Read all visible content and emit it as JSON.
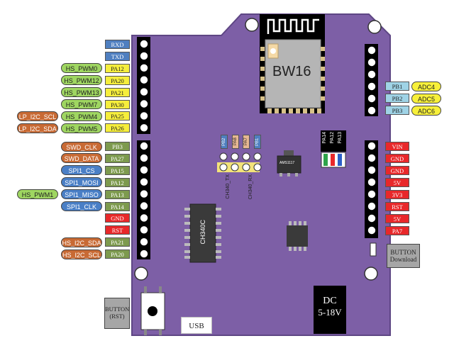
{
  "module_name": "BW16",
  "usb_label": "USB",
  "dc_label": [
    "DC",
    "5-18V"
  ],
  "button_rst": [
    "BUTTON",
    "(RST)"
  ],
  "button_download": [
    "BUTTON",
    "Download"
  ],
  "ch340_chip": "CH340C",
  "ams_label": "AMS1117",
  "ch340_tx": "CH340_TX",
  "ch340_rx": "CH340_RX",
  "top_small_pins": [
    "PB2",
    "PA8",
    "PA7",
    "PB1"
  ],
  "led_pins": [
    "PA14",
    "PA12",
    "PA13"
  ],
  "left_top_pins": [
    {
      "pin": "RXD",
      "style": "box"
    },
    {
      "pin": "TXD",
      "style": "box"
    },
    {
      "pin": "PA12",
      "style": "yellow",
      "func": "HS_PWM0",
      "fstyle": "green"
    },
    {
      "pin": "PA20",
      "style": "yellow",
      "func": "HS_PWM12",
      "fstyle": "green"
    },
    {
      "pin": "PA21",
      "style": "yellow",
      "func": "HS_PWM13",
      "fstyle": "green"
    },
    {
      "pin": "PA30",
      "style": "yellow",
      "func": "HS_PWM7",
      "fstyle": "green"
    },
    {
      "pin": "PA25",
      "style": "yellow",
      "func": "HS_PWM4",
      "fstyle": "green",
      "func2": "LP_I2C_SCL",
      "f2style": "orange"
    },
    {
      "pin": "PA26",
      "style": "yellow",
      "func": "HS_PWM5",
      "fstyle": "green",
      "func2": "LP_I2C_SDA",
      "f2style": "orange"
    }
  ],
  "left_bottom_pins": [
    {
      "pin": "PB3",
      "style": "olive",
      "func": "SWD_CLK",
      "fstyle": "orange"
    },
    {
      "pin": "PA27",
      "style": "olive",
      "func": "SWD_DATA",
      "fstyle": "orange"
    },
    {
      "pin": "PA15",
      "style": "olive",
      "func": "SPI1_CS",
      "fstyle": "blue"
    },
    {
      "pin": "PA12",
      "style": "olive",
      "func": "SPI1_MOSI",
      "fstyle": "blue"
    },
    {
      "pin": "PA13",
      "style": "olive",
      "func": "SPI1_MISO",
      "fstyle": "blue",
      "func2": "HS_PWM1",
      "f2style": "green"
    },
    {
      "pin": "PA14",
      "style": "olive",
      "func": "SPI1_CLK",
      "fstyle": "blue"
    },
    {
      "pin": "GND",
      "style": "red"
    },
    {
      "pin": "RST",
      "style": "red"
    },
    {
      "pin": "PA21",
      "style": "olive",
      "func": "HS_I2C_SDA",
      "fstyle": "orange"
    },
    {
      "pin": "PA20",
      "style": "olive",
      "func": "HS_I2C_SCL",
      "fstyle": "orange"
    }
  ],
  "right_top_pins": [
    {
      "pin": "PB1",
      "func": "ADC4"
    },
    {
      "pin": "PB2",
      "func": "ADC5"
    },
    {
      "pin": "PB3",
      "func": "ADC6"
    }
  ],
  "right_bottom_pins": [
    "VIN",
    "GND",
    "GND",
    "5V",
    "3V3",
    "RST",
    "5V",
    "PA7"
  ],
  "colors": {
    "board": "#7d5fa6",
    "board_edge": "#5e4684",
    "pin_blue": "#4f7fc0",
    "pin_yellow": "#f6ee3c",
    "pin_olive": "#7d9a4e",
    "pin_red": "#e8282a",
    "pill_green": "#9fd661",
    "pill_orange": "#c86a34",
    "pill_blue": "#4a7fc6",
    "pill_yellow": "#f7f03a"
  }
}
